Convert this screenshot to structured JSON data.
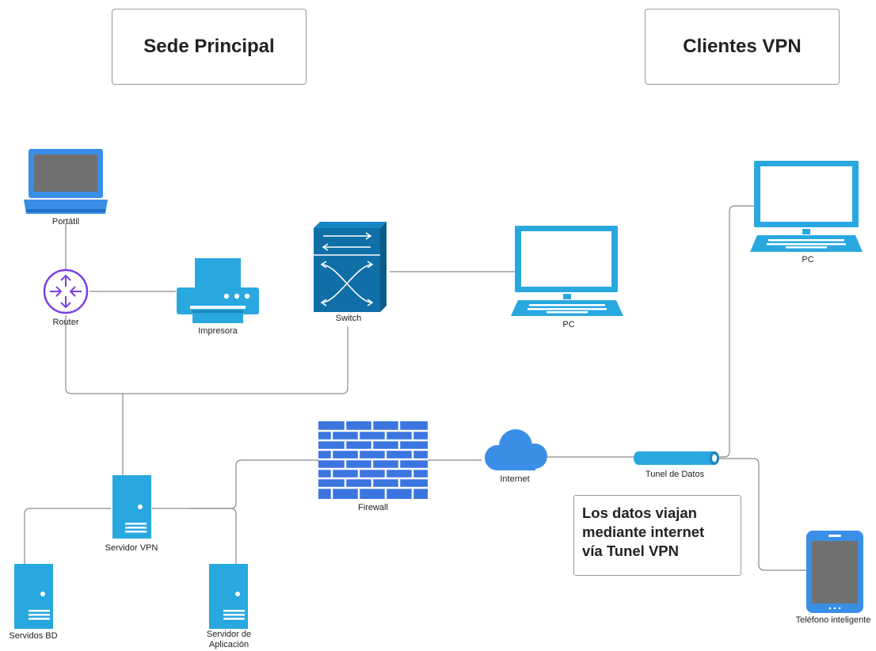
{
  "sections": {
    "headquarters": "Sede Principal",
    "vpn_clients": "Clientes VPN"
  },
  "nodes": {
    "laptop": "Portátil",
    "router": "Router",
    "printer": "Impresora",
    "switch": "Switch",
    "pc_office": "PC",
    "pc_client": "PC",
    "vpn_server": "Servidor VPN",
    "db_server": "Servidos BD",
    "app_server_line1": "Servidor de",
    "app_server_line2": "Aplicación",
    "firewall": "Firewall",
    "internet": "Internet",
    "tunnel": "Tunel de Datos",
    "smartphone": "Teléfono inteligente"
  },
  "note": {
    "line1": "Los datos viajan",
    "line2": "mediante internet",
    "line3": "vía Tunel VPN"
  },
  "colors": {
    "device_blue": "#3a8ee6",
    "server_blue": "#29a8e0",
    "switch_blue": "#0f6fa6",
    "router_purple": "#7b3fe4",
    "connector_gray": "#8a8a8a"
  },
  "icons": {
    "laptop": "laptop-icon",
    "router": "router-icon",
    "printer": "printer-icon",
    "switch": "switch-icon",
    "pc": "monitor-icon",
    "server": "server-icon",
    "firewall": "firewall-icon",
    "internet": "cloud-icon",
    "tunnel": "tunnel-pipe-icon",
    "smartphone": "tablet-icon"
  }
}
